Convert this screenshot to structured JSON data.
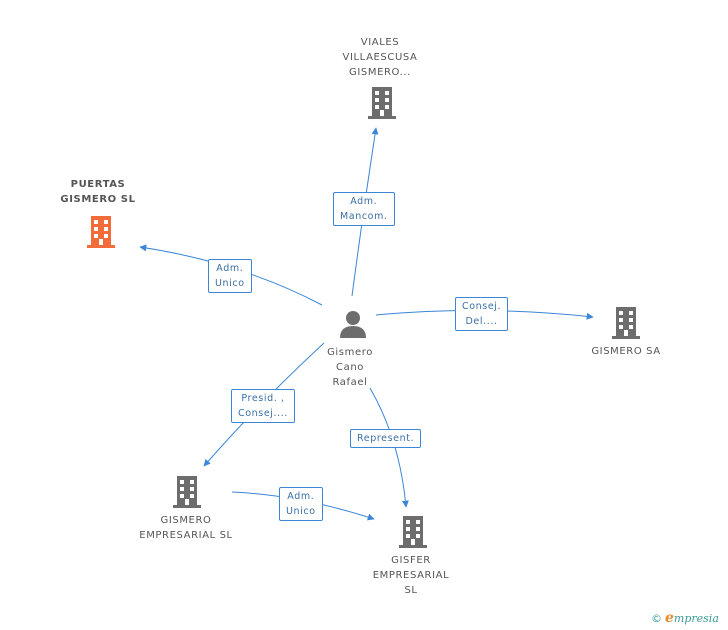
{
  "colors": {
    "edge": "#3b86d6",
    "company_icon": "#6d6d6d",
    "highlight_icon": "#f26b3a",
    "person_icon": "#6d6d6d"
  },
  "nodes": {
    "person": {
      "lines": [
        "Gismero",
        "Cano",
        "Rafael"
      ],
      "icon": "person-icon"
    },
    "viales": {
      "lines": [
        "VIALES",
        "VILLAESCUSA",
        "GISMERO..."
      ],
      "icon": "building-icon"
    },
    "puertas": {
      "lines": [
        "PUERTAS",
        "GISMERO SL"
      ],
      "icon": "building-icon",
      "highlighted": true
    },
    "gismero_sa": {
      "lines": [
        "GISMERO SA"
      ],
      "icon": "building-icon"
    },
    "gismero_empresarial": {
      "lines": [
        "GISMERO",
        "EMPRESARIAL SL"
      ],
      "icon": "building-icon"
    },
    "gisfer": {
      "lines": [
        "GISFER",
        "EMPRESARIAL",
        "SL"
      ],
      "icon": "building-icon"
    }
  },
  "edges": {
    "to_viales": {
      "lines": [
        "Adm.",
        "Mancom."
      ]
    },
    "to_puertas": {
      "lines": [
        "Adm.",
        "Unico"
      ]
    },
    "to_gismero_sa": {
      "lines": [
        "Consej.",
        "Del...."
      ]
    },
    "to_gismero_empresarial": {
      "lines": [
        "Presid. ,",
        "Consej...."
      ]
    },
    "to_gisfer": {
      "lines": [
        "Represent."
      ]
    },
    "empresarial_to_gisfer": {
      "lines": [
        "Adm.",
        "Unico"
      ]
    }
  },
  "brand": {
    "copyright": "©",
    "initial": "e",
    "name": "mpresia"
  }
}
